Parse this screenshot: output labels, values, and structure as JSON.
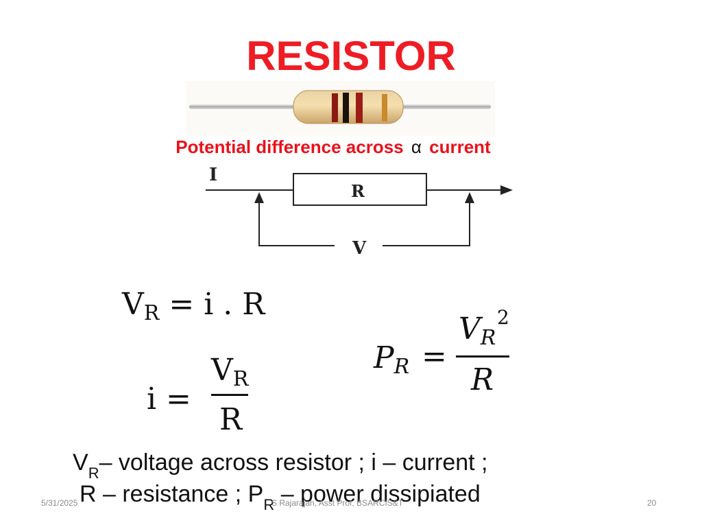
{
  "slide": {
    "title": "RESISTOR",
    "caption": {
      "part1": "Potential difference across",
      "symbol": "α",
      "part2": "current"
    },
    "circuit": {
      "current_label": "I",
      "resistor_label": "R",
      "voltage_label": "V"
    },
    "equations": {
      "ohm": {
        "v": "V",
        "v_sub": "R",
        "rhs": "= i . R"
      },
      "current": {
        "lhs": "i =",
        "num": "V",
        "num_sub": "R",
        "den": "R"
      },
      "power": {
        "lhs": "P",
        "lhs_sub": "R",
        "eq": "=",
        "num": "V",
        "num_sub": "R",
        "num_sup": "2",
        "den": "R"
      }
    },
    "legend": {
      "line1_v": "V",
      "line1_sub": "R",
      "line1_rest": "– voltage across resistor ; i – current ;",
      "line2_a": "R – resistance ; P",
      "line2_sub": "R",
      "line2_b": "– power dissipiated"
    },
    "footer": {
      "date": "5/31/2025",
      "author": "S Rajarajan, Asst Prof, BSARCIS&T",
      "page": "20"
    }
  }
}
